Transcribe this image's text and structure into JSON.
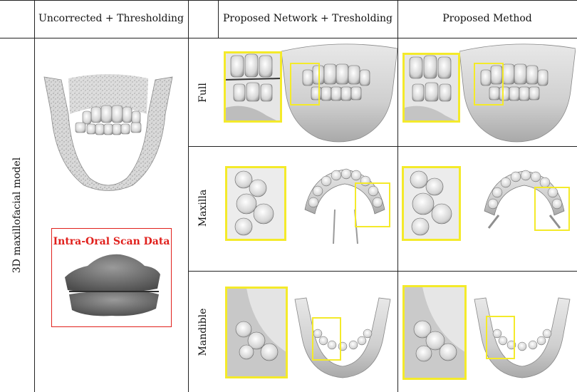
{
  "columns": {
    "uncorrected": "Uncorrected + Thresholding",
    "network": "Proposed Network + Tresholding",
    "method": "Proposed Method"
  },
  "side_label": "3D maxillofacial model",
  "rows": [
    "Full",
    "Maxilla",
    "Mandible"
  ],
  "ios_label": "Intra-Oral Scan Data",
  "colors": {
    "highlight": "#f4ea2a",
    "ios": "#e0201c",
    "rule": "#222222"
  }
}
